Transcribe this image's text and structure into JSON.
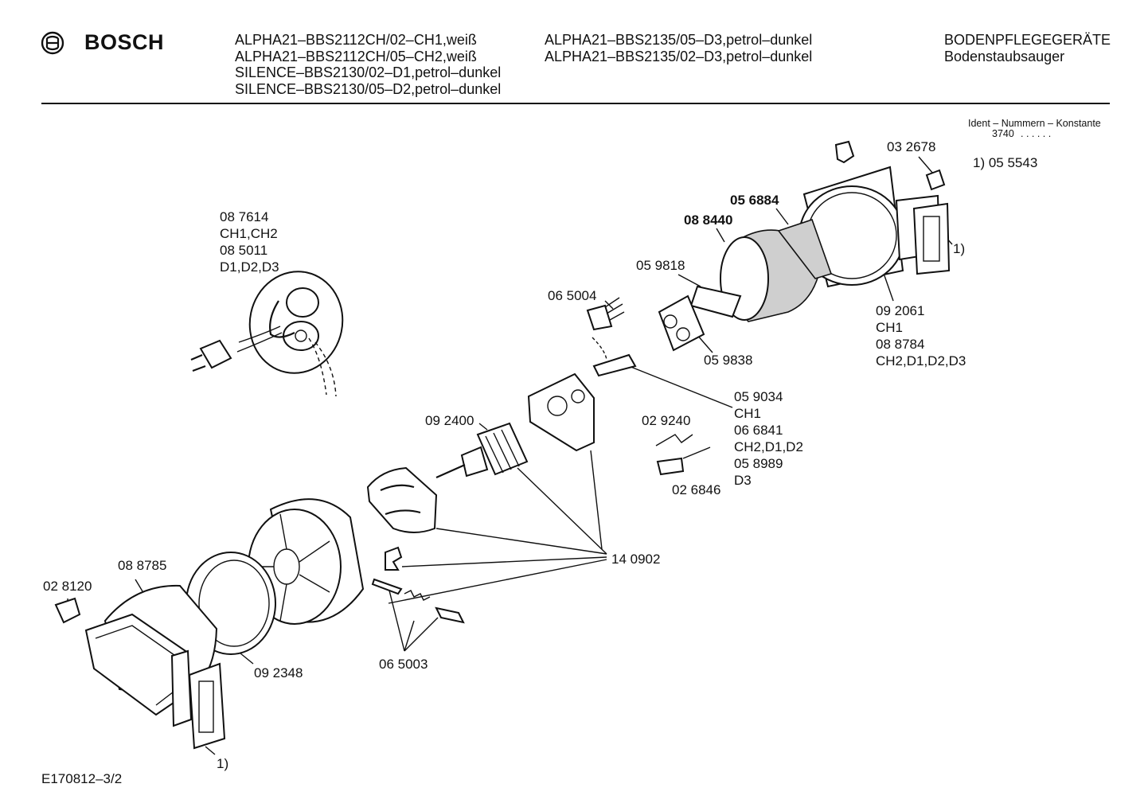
{
  "brand": {
    "name": "BOSCH",
    "logo_icon": "bosch-armature-icon"
  },
  "header": {
    "models_col1": [
      "ALPHA21–BBS2112CH/02–CH1,weiß",
      "ALPHA21–BBS2112CH/05–CH2,weiß",
      "SILENCE–BBS2130/02–D1,petrol–dunkel",
      "SILENCE–BBS2130/05–D2,petrol–dunkel"
    ],
    "models_col2": [
      "ALPHA21–BBS2135/05–D3,petrol–dunkel",
      "ALPHA21–BBS2135/02–D3,petrol–dunkel"
    ],
    "category": "BODENPFLEGEGERÄTE",
    "subcategory": "Bodenstaubsauger"
  },
  "ident": {
    "title": "Ident – Nummern – Konstante",
    "value": "3740",
    "dots": ". .     . . . ."
  },
  "labels": {
    "l_032678": "03 2678",
    "l_055543": "1)  05 5543",
    "l_056884": "05 6884",
    "l_088440": "08 8440",
    "l_note1_right": "1)",
    "l_087614": "08 7614",
    "l_ch1ch2": "CH1,CH2",
    "l_085011": "08 5011",
    "l_d1d2d3": "D1,D2,D3",
    "l_059818": "05 9818",
    "l_065004": "06 5004",
    "l_092061": "09 2061",
    "l_ch1_a": "CH1",
    "l_088784": "08 8784",
    "l_ch2d1d2d3": "CH2,D1,D2,D3",
    "l_059838": "05 9838",
    "l_059034": "05 9034",
    "l_ch1_b": "CH1",
    "l_066841": "06 6841",
    "l_ch2d1d2": "CH2,D1,D2",
    "l_058989": "05 8989",
    "l_d3": "D3",
    "l_092400": "09 2400",
    "l_029240": "02 9240",
    "l_026846": "02 6846",
    "l_140902": "14 0902",
    "l_028120": "02 8120",
    "l_088785": "08 8785",
    "l_092348": "09 2348",
    "l_065003": "06 5003",
    "l_note1_bottom": "1)"
  },
  "footer": {
    "drawing_number": "E170812–3/2"
  }
}
